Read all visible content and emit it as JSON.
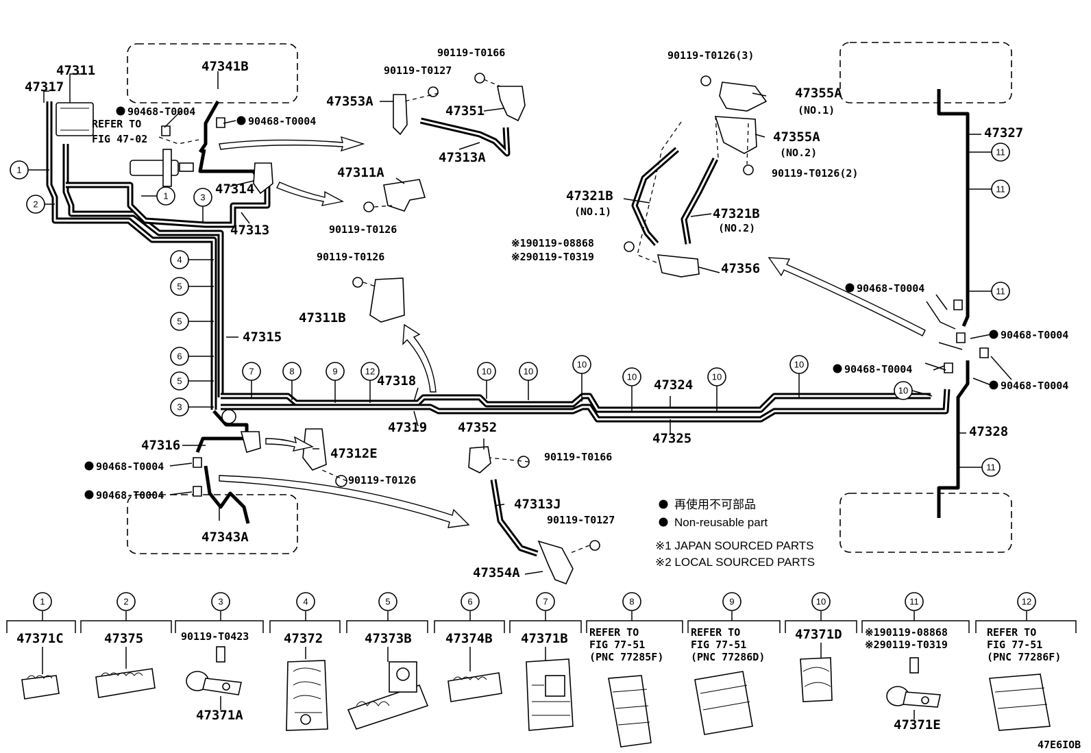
{
  "callouts": {
    "p47311": "47311",
    "p47317": "47317",
    "p47341B": "47341B",
    "c_90468_a": "90468-T0004",
    "c_90468_b": "90468-T0004",
    "refer_line1": "REFER TO",
    "refer_line2": "FIG 47-02",
    "p47314": "47314",
    "p47313": "47313",
    "p47315": "47315",
    "p47316": "47316",
    "c_90468_c": "90468-T0004",
    "c_90468_d": "90468-T0004",
    "p47343A": "47343A",
    "p90119_T0166_top": "90119-T0166",
    "p90119_T0127_top": "90119-T0127",
    "p47353A": "47353A",
    "p47351": "47351",
    "p47313A": "47313A",
    "p47311A": "47311A",
    "p90119_T0126_a": "90119-T0126",
    "p90119_T0126_b": "90119-T0126",
    "p47311B": "47311B",
    "p47318": "47318",
    "p47319": "47319",
    "p47312E": "47312E",
    "p90119_T0126_c": "90119-T0126",
    "p47352": "47352",
    "p90119_T0166_mid": "90119-T0166",
    "p47313J": "47313J",
    "p90119_T0127_bot": "90119-T0127",
    "p47354A": "47354A",
    "p90119_T0126_3": "90119-T0126(3)",
    "p47355A_1": "47355A",
    "no1_a": "(NO.1)",
    "p47355A_2": "47355A",
    "no2_a": "(NO.2)",
    "p90119_T0126_2": "90119-T0126(2)",
    "p47321B_1": "47321B",
    "no1_b": "(NO.1)",
    "p47321B_2": "47321B",
    "no2_b": "(NO.2)",
    "s1_90119_08868": "※190119-08868",
    "s2_90119_T0319": "※290119-T0319",
    "p47356": "47356",
    "p47327": "47327",
    "p47328": "47328",
    "p47324": "47324",
    "p47325": "47325",
    "c_90468_e": "90468-T0004",
    "c_90468_f": "90468-T0004",
    "c_90468_g": "90468-T0004",
    "c_90468_h": "90468-T0004"
  },
  "legend": {
    "jp": "再使用不可部品",
    "en": "Non-reusable part",
    "note1": "※1 JAPAN SOURCED PARTS",
    "note2": "※2 LOCAL SOURCED PARTS"
  },
  "clamps": [
    {
      "n": "1",
      "part": "47371C"
    },
    {
      "n": "2",
      "part": "47375"
    },
    {
      "n": "3",
      "bolt": "90119-T0423",
      "part": "47371A"
    },
    {
      "n": "4",
      "part": "47372"
    },
    {
      "n": "5",
      "part": "47373B"
    },
    {
      "n": "6",
      "part": "47374B"
    },
    {
      "n": "7",
      "part": "47371B"
    },
    {
      "n": "8",
      "ref1": "REFER TO",
      "ref2": "FIG 77-51",
      "ref3": "(PNC 77285F)"
    },
    {
      "n": "9",
      "ref1": "REFER TO",
      "ref2": "FIG 77-51",
      "ref3": "(PNC 77286D)"
    },
    {
      "n": "10",
      "part": "47371D"
    },
    {
      "n": "11",
      "bolt1": "※190119-08868",
      "bolt2": "※290119-T0319",
      "part": "47371E"
    },
    {
      "n": "12",
      "ref1": "REFER TO",
      "ref2": "FIG 77-51",
      "ref3": "(PNC 77286F)"
    }
  ],
  "circle_labels": {
    "one": "1",
    "two": "2",
    "three": "3",
    "four": "4",
    "five": "5",
    "six": "6",
    "seven": "7",
    "eight": "8",
    "nine": "9",
    "ten": "10",
    "eleven": "11",
    "twelve": "12"
  },
  "figure_id": "47E6IOB"
}
